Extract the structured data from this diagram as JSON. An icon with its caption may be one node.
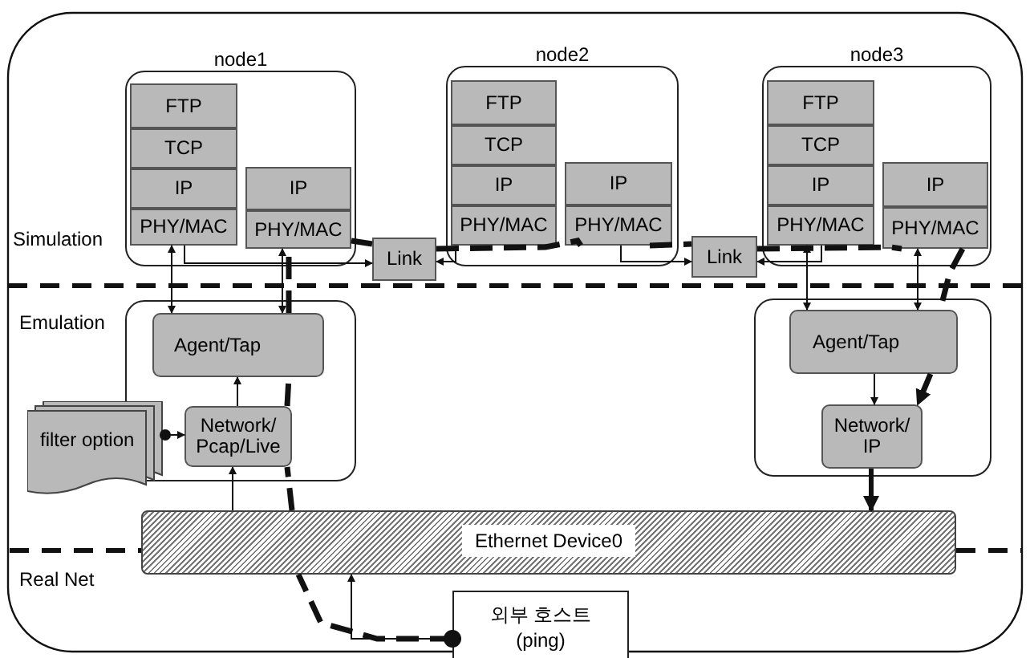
{
  "diagram": {
    "nodes": [
      {
        "text": [
          "node1"
        ]
      },
      {
        "text": [
          "FTP"
        ],
        "in": 0
      },
      {
        "text": [
          "TCP"
        ],
        "in": 0
      },
      {
        "text": [
          "IP"
        ],
        "in": 0
      },
      {
        "text": [
          "PHY/MAC"
        ],
        "in": 0
      },
      {
        "text": [
          "IP"
        ],
        "in": 0
      },
      {
        "text": [
          "PHY/MAC"
        ],
        "in": 0
      },
      {
        "text": [
          "node2"
        ]
      },
      {
        "text": [
          "FTP"
        ],
        "in": 7
      },
      {
        "text": [
          "TCP"
        ],
        "in": 7
      },
      {
        "text": [
          "IP"
        ],
        "in": 7
      },
      {
        "text": [
          "PHY/MAC"
        ],
        "in": 7
      },
      {
        "text": [
          "IP"
        ],
        "in": 7
      },
      {
        "text": [
          "PHY/MAC"
        ],
        "in": 7
      },
      {
        "text": [
          "node3"
        ]
      },
      {
        "text": [
          "FTP"
        ],
        "in": 14
      },
      {
        "text": [
          "TCP"
        ],
        "in": 14
      },
      {
        "text": [
          "IP"
        ],
        "in": 14
      },
      {
        "text": [
          "PHY/MAC"
        ],
        "in": 14
      },
      {
        "text": [
          "IP"
        ],
        "in": 14
      },
      {
        "text": [
          "PHY/MAC"
        ],
        "in": 14
      },
      {
        "text": [
          "Link"
        ]
      },
      {
        "text": [
          "Link"
        ]
      },
      {
        "text": [],
        "shape": "box"
      },
      {
        "text": [
          "Agent/Tap"
        ],
        "in": 23
      },
      {
        "text": [
          "Network/ Pcap/Live"
        ],
        "in": 23
      },
      {
        "text": [],
        "shape": "box"
      },
      {
        "text": [
          "Agent/Tap"
        ],
        "in": 26
      },
      {
        "text": [
          "Network/ IP"
        ],
        "in": 26
      },
      {
        "text": [
          "filter option"
        ]
      },
      {
        "text": [
          "Ethernet Device0"
        ]
      },
      {
        "text": [
          "외부 호스트 (ping)"
        ]
      }
    ],
    "edges": [
      {
        "from": 24,
        "to": 4,
        "arrow": "both"
      },
      {
        "from": 4,
        "to": 21,
        "arrow": "to"
      },
      {
        "from": 24,
        "to": 6,
        "arrow": "both"
      },
      {
        "from": 11,
        "to": 21,
        "arrow": "to"
      },
      {
        "from": 13,
        "to": 22,
        "arrow": "to"
      },
      {
        "from": 18,
        "to": 22,
        "arrow": "to"
      },
      {
        "from": 27,
        "to": 18,
        "arrow": "both"
      },
      {
        "from": 27,
        "to": 20,
        "arrow": "both"
      },
      {
        "from": 25,
        "to": 24,
        "arrow": "to"
      },
      {
        "from": 29,
        "to": 25,
        "arrow": "to"
      },
      {
        "from": 30,
        "to": 25,
        "arrow": "to"
      },
      {
        "from": 27,
        "to": 28,
        "arrow": "to"
      },
      {
        "from": 28,
        "to": 30,
        "arrow": "to",
        "style": "thick"
      },
      {
        "from": 31,
        "to": 30,
        "arrow": "to"
      },
      {
        "from": 31,
        "to": 30,
        "arrow": "other",
        "style": "dashed"
      },
      {
        "from": 30,
        "to": 25,
        "arrow": "none",
        "style": "dashed"
      },
      {
        "from": 25,
        "to": 24,
        "arrow": "none",
        "style": "dashed"
      },
      {
        "from": 24,
        "to": 6,
        "arrow": "none",
        "style": "dashed"
      },
      {
        "from": 6,
        "to": 21,
        "arrow": "none",
        "style": "dashed"
      },
      {
        "from": 21,
        "to": 13,
        "arrow": "none",
        "style": "dashed"
      },
      {
        "from": 13,
        "to": 22,
        "arrow": "none",
        "style": "dashed"
      },
      {
        "from": 22,
        "to": 20,
        "arrow": "none",
        "style": "dashed"
      },
      {
        "from": 20,
        "to": 27,
        "arrow": "none",
        "style": "dashed"
      },
      {
        "from": 27,
        "to": 28,
        "arrow": "to",
        "style": "dashed"
      }
    ],
    "labels": [
      "Simulation",
      "Emulation",
      "Real Net"
    ]
  }
}
